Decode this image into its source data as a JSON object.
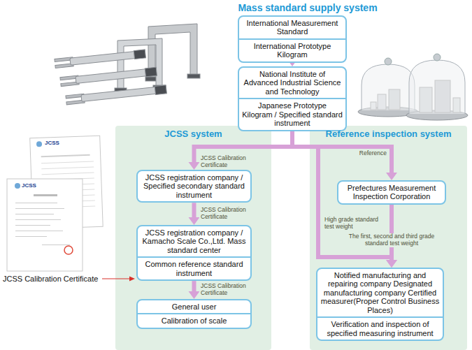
{
  "diagram": {
    "title": "Mass standard supply system",
    "nodes": [
      {
        "text": [
          "International Measurement Standard",
          "International Prototype Kilogram"
        ]
      },
      {
        "text": [
          "National Institute of Advanced Industrial Science and Technology",
          "Japanese Prototype Kilogram / Specified standard instrument"
        ]
      },
      {
        "text": [
          "JCSS system"
        ]
      },
      {
        "text": [
          "Reference inspection system"
        ]
      },
      {
        "text": [
          "JCSS registration company / Specified secondary standard instrument"
        ],
        "in": 2
      },
      {
        "text": [
          "JCSS registration company / Kamacho Scale Co.,Ltd. Mass standard center",
          "Common reference standard instrument"
        ],
        "in": 2
      },
      {
        "text": [
          "General user",
          "Calibration of scale"
        ],
        "in": 2
      },
      {
        "text": [
          "Prefectures Measurement Inspection Corporation"
        ],
        "in": 3
      },
      {
        "text": [
          "Notified manufacturing and repairing company Designated manufacturing company Certified measurer(Proper Control Business Places)",
          "Verification and inspection of specified measuring instrument"
        ],
        "in": 3
      }
    ],
    "edges": [
      {
        "from": 0,
        "to": 1,
        "arrow": "to"
      },
      {
        "from": 1,
        "to": 4,
        "label": "JCSS Calibration Certificate",
        "arrow": "to"
      },
      {
        "from": 1,
        "to": 7,
        "label": "Reference",
        "arrow": "to"
      },
      {
        "from": 1,
        "to": 8,
        "label": "High grade standard test weight",
        "arrow": "to"
      },
      {
        "from": 4,
        "to": 5,
        "label": "JCSS Calibration Certificate",
        "arrow": "to"
      },
      {
        "from": 5,
        "to": 6,
        "label": "JCSS Calibration Certificate",
        "arrow": "to"
      },
      {
        "from": 7,
        "to": 8,
        "label": "The first, second and third grade standard test weight",
        "arrow": "to"
      }
    ],
    "labels": [
      "JCSS Calibration Certificate",
      "JCSS",
      "JCSS"
    ]
  }
}
